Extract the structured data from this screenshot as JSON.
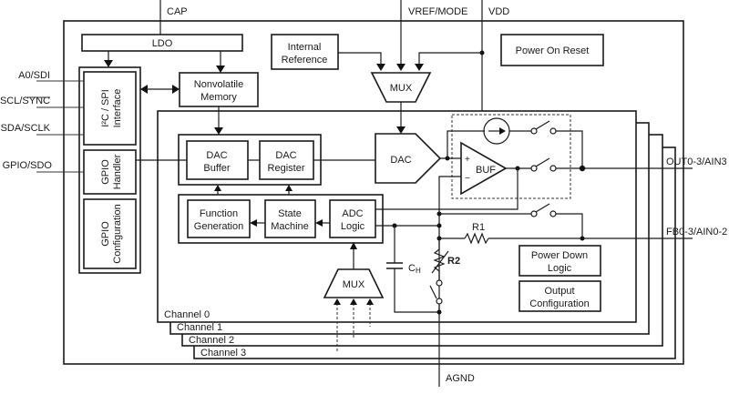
{
  "pins": {
    "cap": "CAP",
    "vref_mode": "VREF/MODE",
    "vdd": "VDD",
    "a0_sdi": "A0/SDI",
    "scl_sync": "SCL/SYNC",
    "sda_sclk": "SDA/SCLK",
    "gpio_sdo": "GPIO/SDO",
    "out": "OUT0-3/AIN3",
    "fb": "FB0-3/AIN0-2",
    "agnd": "AGND"
  },
  "blocks": {
    "ldo": "LDO",
    "internal_reference": [
      "Internal",
      "Reference"
    ],
    "power_on_reset": "Power On Reset",
    "nonvolatile_memory": [
      "Nonvolatile",
      "Memory"
    ],
    "interface": [
      "I²C / SPI",
      "Interface"
    ],
    "gpio_handler": [
      "GPIO",
      "Handler"
    ],
    "gpio_configuration": [
      "GPIO",
      "Configuration"
    ],
    "mux_top": "MUX",
    "mux_bottom": "MUX",
    "dac_buffer": [
      "DAC",
      "Buffer"
    ],
    "dac_register": [
      "DAC",
      "Register"
    ],
    "dac": "DAC",
    "buf": "BUF",
    "function_generation": [
      "Function",
      "Generation"
    ],
    "state_machine": [
      "State",
      "Machine"
    ],
    "adc_logic": [
      "ADC",
      "Logic"
    ],
    "power_down_logic": [
      "Power Down",
      "Logic"
    ],
    "output_configuration": [
      "Output",
      "Configuration"
    ]
  },
  "components": {
    "r1": "R1",
    "r2": "R2",
    "ch": "C",
    "ch_sub": "H",
    "plus": "+",
    "minus": "−"
  },
  "channels": [
    "Channel 0",
    "Channel 1",
    "Channel 2",
    "Channel 3"
  ]
}
